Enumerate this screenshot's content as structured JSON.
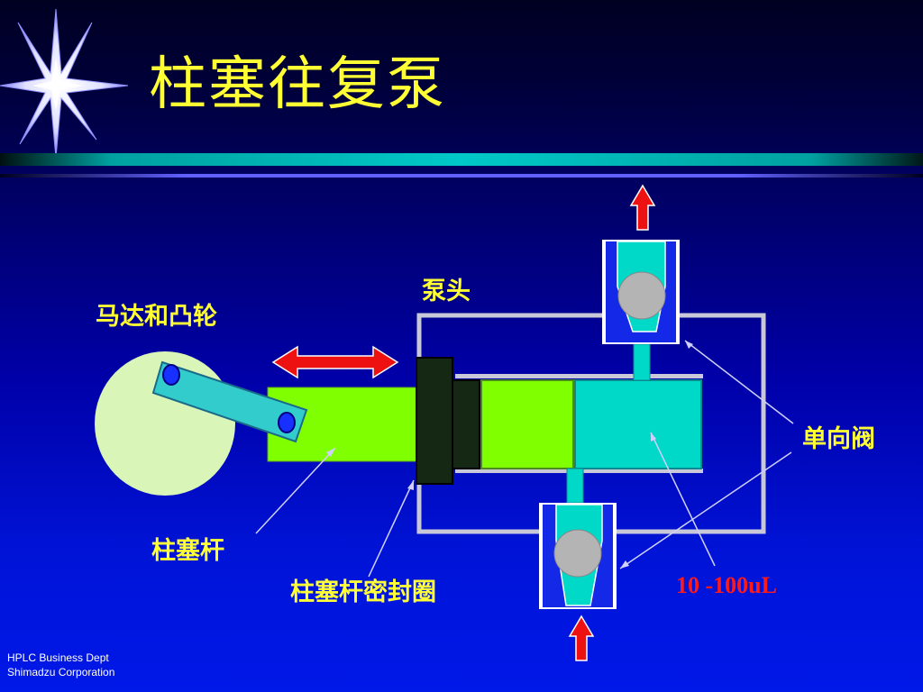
{
  "slide": {
    "title": "柱塞往复泵",
    "labels": {
      "motor_cam": "马达和凸轮",
      "pump_head": "泵头",
      "check_valve": "单向阀",
      "plunger_rod": "柱塞杆",
      "plunger_seal": "柱塞杆密封圈",
      "volume": "10 -100uL"
    },
    "footer": {
      "line1": "HPLC Business Dept",
      "line2": "Shimadzu Corporation"
    }
  },
  "colors": {
    "title_text": "#ffff33",
    "label_text": "#ffff33",
    "volume_text": "#ff1a1a",
    "cam_disc": "#d9f5b8",
    "connecting_rod": "#33cccc",
    "plunger": "#80ff00",
    "seal": "#142814",
    "chamber": "#00d8c8",
    "pump_head_outline": "#c8c8d8",
    "valve_ball": "#b4b4b4",
    "arrow_red": "#ee1111",
    "divider_teal": "#00c8c8"
  }
}
